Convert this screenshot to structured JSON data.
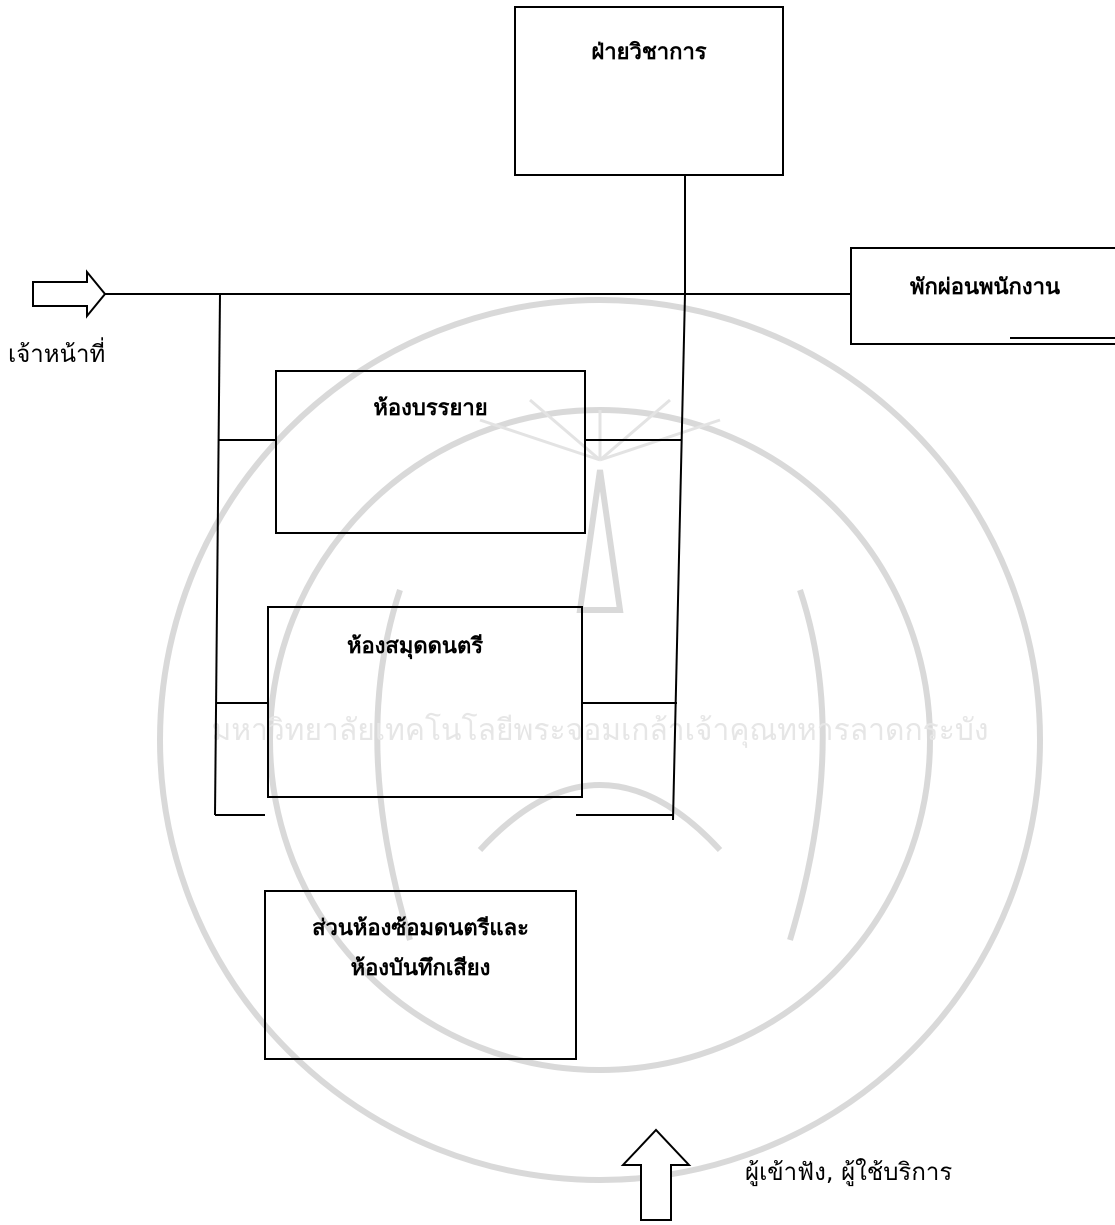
{
  "nodes": {
    "academic": {
      "label": "ฝ่ายวิชาการ"
    },
    "staff_lounge": {
      "label": "พักผ่อนพนักงาน"
    },
    "lecture_room": {
      "label": "ห้องบรรยาย"
    },
    "music_library": {
      "label": "ห้องสมุดดนตรี"
    },
    "rehearsal": {
      "label_line1": "ส่วนห้องซ้อมดนตรีและ",
      "label_line2": "ห้องบันทึกเสียง"
    }
  },
  "entries": {
    "staff": {
      "label": "เจ้าหน้าที่"
    },
    "visitors": {
      "label": "ผู้เข้าฟัง, ผู้ใช้บริการ"
    }
  },
  "watermark": {
    "text": "มหาวิทยาลัยเทคโนโลยีพระจอมเกล้าเจ้าคุณทหารลาดกระบัง"
  }
}
